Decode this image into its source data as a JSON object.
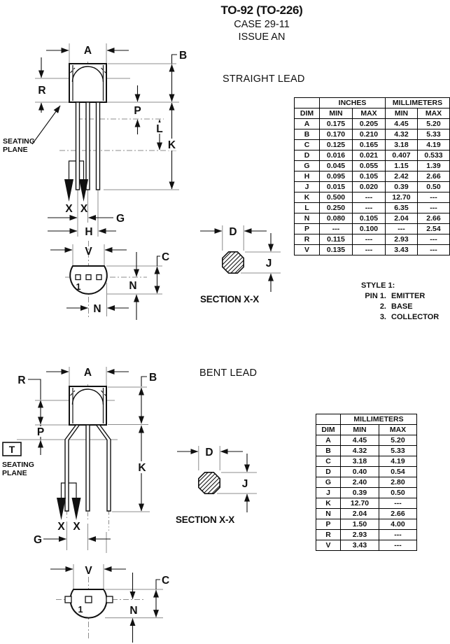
{
  "page_title": {
    "line1": "TO-92 (TO-226)",
    "line2": "CASE 29-11",
    "line3": "ISSUE AN"
  },
  "headings": {
    "straight": "STRAIGHT LEAD",
    "bent": "BENT LEAD",
    "section_xx": "SECTION X-X"
  },
  "dim_labels": {
    "A": "A",
    "B": "B",
    "C": "C",
    "D": "D",
    "G": "G",
    "H": "H",
    "J": "J",
    "K": "K",
    "L": "L",
    "N": "N",
    "P": "P",
    "R": "R",
    "T": "T",
    "V": "V",
    "X": "X",
    "pin1": "1"
  },
  "annotations": {
    "seating_line1": "SEATING",
    "seating_line2": "PLANE"
  },
  "style_notes": {
    "title": "STYLE 1:",
    "items": [
      {
        "prefix": "PIN 1.",
        "label": "EMITTER"
      },
      {
        "prefix": "2.",
        "label": "BASE"
      },
      {
        "prefix": "3.",
        "label": "COLLECTOR"
      }
    ]
  },
  "straight_table": {
    "group_headers": [
      "INCHES",
      "MILLIMETERS"
    ],
    "col_headers": [
      "DIM",
      "MIN",
      "MAX",
      "MIN",
      "MAX"
    ],
    "rows": [
      [
        "A",
        "0.175",
        "0.205",
        "4.45",
        "5.20"
      ],
      [
        "B",
        "0.170",
        "0.210",
        "4.32",
        "5.33"
      ],
      [
        "C",
        "0.125",
        "0.165",
        "3.18",
        "4.19"
      ],
      [
        "D",
        "0.016",
        "0.021",
        "0.407",
        "0.533"
      ],
      [
        "G",
        "0.045",
        "0.055",
        "1.15",
        "1.39"
      ],
      [
        "H",
        "0.095",
        "0.105",
        "2.42",
        "2.66"
      ],
      [
        "J",
        "0.015",
        "0.020",
        "0.39",
        "0.50"
      ],
      [
        "K",
        "0.500",
        "---",
        "12.70",
        "---"
      ],
      [
        "L",
        "0.250",
        "---",
        "6.35",
        "---"
      ],
      [
        "N",
        "0.080",
        "0.105",
        "2.04",
        "2.66"
      ],
      [
        "P",
        "---",
        "0.100",
        "---",
        "2.54"
      ],
      [
        "R",
        "0.115",
        "---",
        "2.93",
        "---"
      ],
      [
        "V",
        "0.135",
        "---",
        "3.43",
        "---"
      ]
    ]
  },
  "bent_table": {
    "group_header": "MILLIMETERS",
    "col_headers": [
      "DIM",
      "MIN",
      "MAX"
    ],
    "rows": [
      [
        "A",
        "4.45",
        "5.20"
      ],
      [
        "B",
        "4.32",
        "5.33"
      ],
      [
        "C",
        "3.18",
        "4.19"
      ],
      [
        "D",
        "0.40",
        "0.54"
      ],
      [
        "G",
        "2.40",
        "2.80"
      ],
      [
        "J",
        "0.39",
        "0.50"
      ],
      [
        "K",
        "12.70",
        "---"
      ],
      [
        "N",
        "2.04",
        "2.66"
      ],
      [
        "P",
        "1.50",
        "4.00"
      ],
      [
        "R",
        "2.93",
        "---"
      ],
      [
        "V",
        "3.43",
        "---"
      ]
    ]
  }
}
